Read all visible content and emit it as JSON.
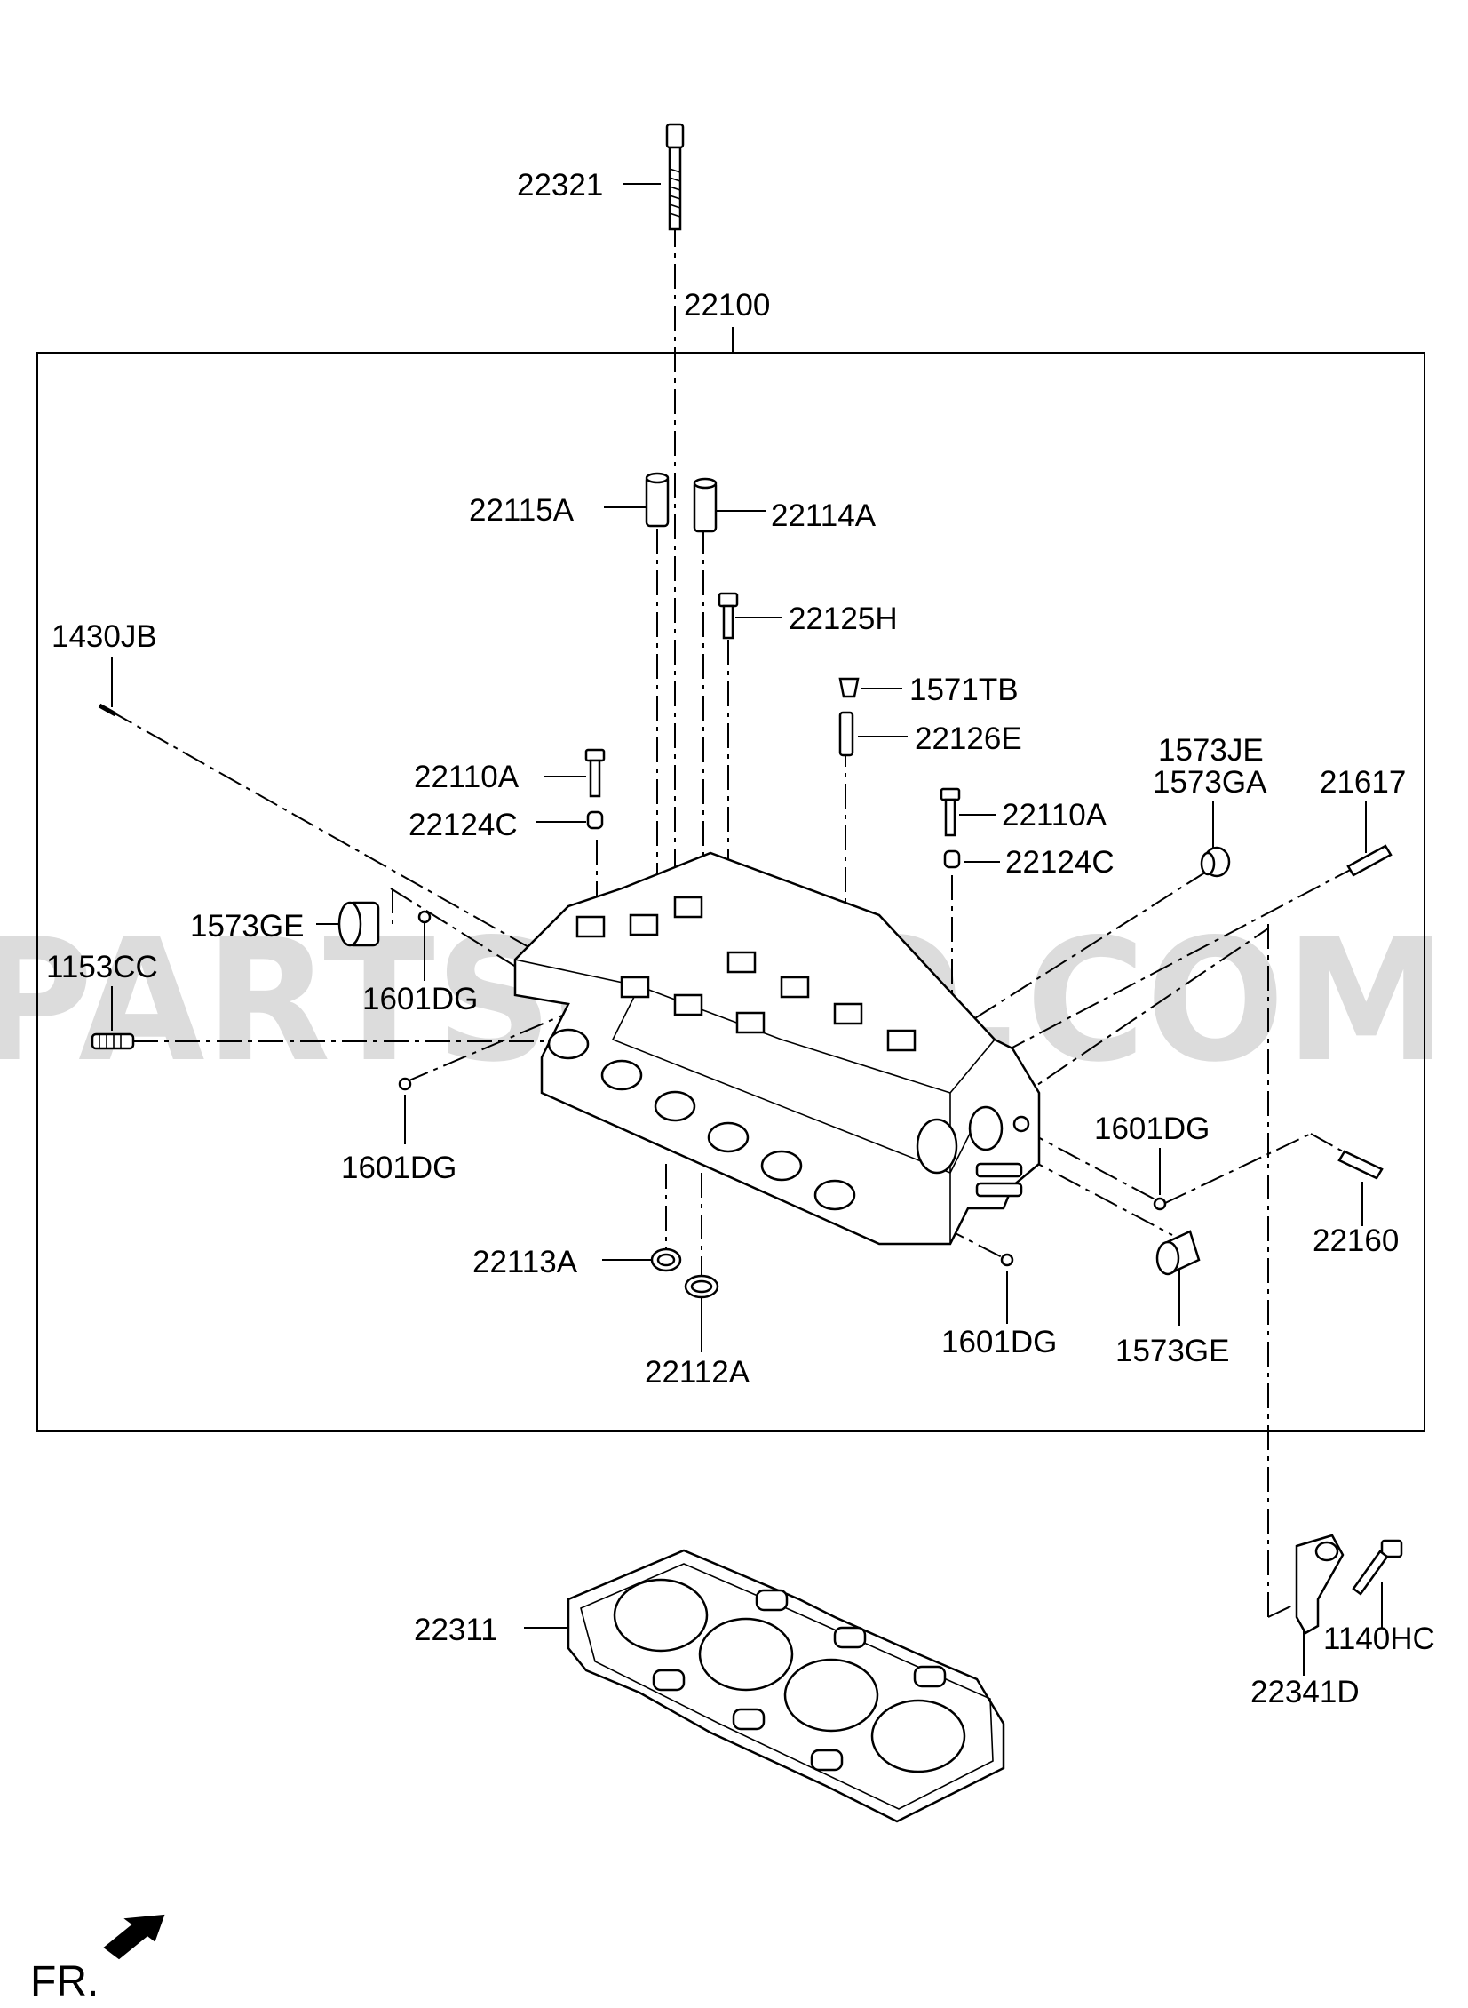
{
  "watermark": "PARTSOUQ.COM",
  "direction_label": "FR.",
  "parts": {
    "p22321": "22321",
    "p22100": "22100",
    "p22115A": "22115A",
    "p22114A": "22114A",
    "p22125H": "22125H",
    "p1430JB": "1430JB",
    "p1571TB": "1571TB",
    "p22126E": "22126E",
    "p1573JE": "1573JE",
    "p1573GA": "1573GA",
    "p21617": "21617",
    "p22110A_left": "22110A",
    "p22124C_left": "22124C",
    "p22110A_right": "22110A",
    "p22124C_right": "22124C",
    "p1573GE_left": "1573GE",
    "p1153CC": "1153CC",
    "p1601DG_a": "1601DG",
    "p1601DG_b": "1601DG",
    "p1601DG_c": "1601DG",
    "p1601DG_d": "1601DG",
    "p22160": "22160",
    "p22113A": "22113A",
    "p22112A": "22112A",
    "p1573GE_right": "1573GE",
    "p22311": "22311",
    "p1140HC": "1140HC",
    "p22341D": "22341D"
  }
}
